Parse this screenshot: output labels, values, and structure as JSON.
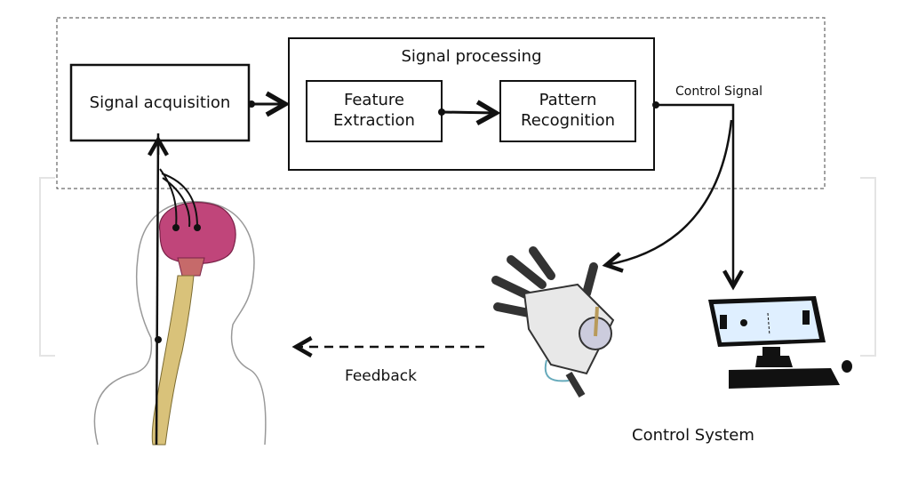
{
  "diagram": {
    "signal_acquisition": "Signal acquisition",
    "signal_processing": "Signal processing",
    "feature_extraction": [
      "Feature",
      "Extraction"
    ],
    "pattern_recognition": [
      "Pattern",
      "Recognition"
    ],
    "control_signal": "Control Signal",
    "feedback": "Feedback",
    "control_system": "Control System"
  },
  "colors": {
    "line": "#111111",
    "brain": "#c0457a",
    "spine": "#d9c27a",
    "screen": "#dfefff"
  },
  "icons": [
    "human-head-brain-spine-illustration",
    "robotic-hand-illustration",
    "computer-with-pong-game-icon"
  ]
}
